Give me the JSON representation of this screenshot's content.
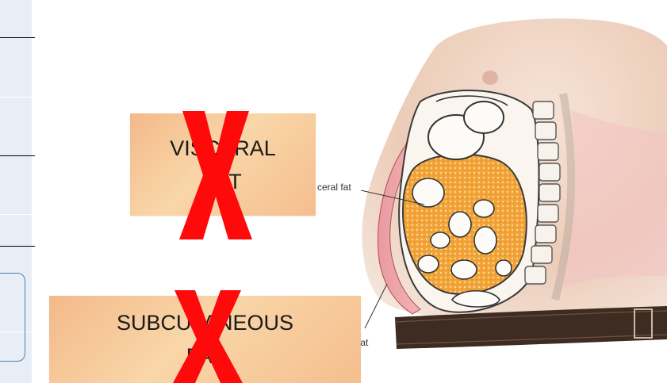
{
  "left_panel": {
    "background": "#e9eef6",
    "bracket_color": "#4a7fc0"
  },
  "labels": {
    "visceral": "VISCERAL\nFAT",
    "subcutaneous": "SUBCUTANEOUS\nFAT"
  },
  "illustration": {
    "visceral_callout": "ceral fat",
    "subcutaneous_callout": "us fat"
  },
  "marks": {
    "x_color": "#ff0a0a",
    "x_icon": "cross-mark"
  }
}
